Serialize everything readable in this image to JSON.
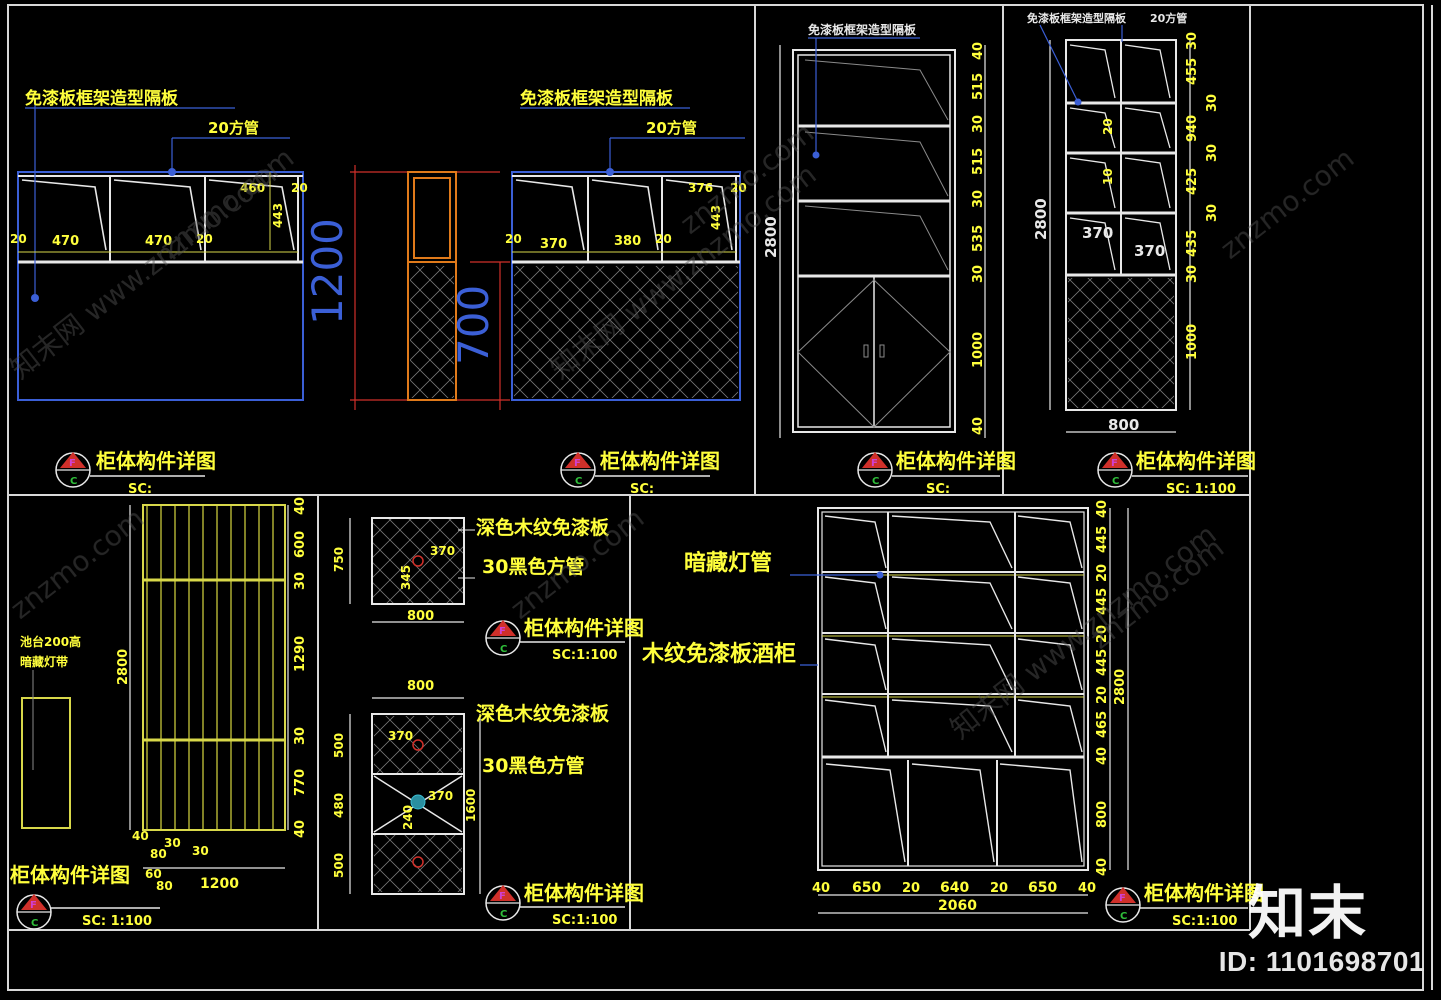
{
  "labels": {
    "mianqi_frame_partition": "免漆板框架造型隔板",
    "square_tube_20": "20方管",
    "detail_title": "柜体构件详图",
    "sc_blank": "SC:",
    "sc_scale": "SC: 1:100",
    "sc_scale_b": "SC:1:100",
    "dark_wood": "深色木纹免漆板",
    "black_tube_30": "30黑色方管",
    "hidden_light": "暗藏灯管",
    "wine_cabinet": "木纹免漆板酒柜",
    "led_strip_1": "池台200高",
    "led_strip_2": "暗藏灯带",
    "letter_f": "F",
    "letter_c": "C"
  },
  "dims": {
    "a_460": "460",
    "a_20": "20",
    "a_443": "443",
    "a_470a": "470",
    "a_470b": "470",
    "a_20b": "20",
    "a_20c": "20",
    "b_1200": "1200",
    "b_700": "700",
    "c_370": "370",
    "c_380": "380",
    "c_376": "376",
    "c_20": "20",
    "c_443": "443",
    "c_20b": "20",
    "c_20c": "20",
    "d_2800": "2800",
    "d_40": "40",
    "d_515a": "515",
    "d_30a": "30",
    "d_515b": "515",
    "d_30b": "30",
    "d_535": "535",
    "d_30c": "30",
    "d_1000": "1000",
    "d_40b": "40",
    "e_2800": "2800",
    "e_30": "30",
    "e_455": "455",
    "e_30b": "30",
    "e_940": "940",
    "e_30c": "30",
    "e_425": "425",
    "e_30d": "30",
    "e_435": "435",
    "e_30e": "30",
    "e_1000": "1000",
    "e_800": "800",
    "e_370a": "370",
    "e_370b": "370",
    "e_20": "20",
    "e_10": "10",
    "f_2800": "2800",
    "f_40": "40",
    "f_600": "600",
    "f_30": "30",
    "f_1290": "1290",
    "f_30b": "30",
    "f_770": "770",
    "f_40b": "40",
    "f_1200": "1200",
    "f_30c": "30",
    "f_30d": "30",
    "f_40c": "40",
    "f_80": "80",
    "f_60": "60",
    "f_80b": "80",
    "g_750": "750",
    "g_370": "370",
    "g_345": "345",
    "g_800": "800",
    "h_800": "800",
    "h_500": "500",
    "h_480": "480",
    "h_500b": "500",
    "h_1600": "1600",
    "h_370a": "370",
    "h_370b": "370",
    "h_240": "240",
    "i_40": "40",
    "i_445": "445",
    "i_20": "20",
    "i_445b": "445",
    "i_20b": "20",
    "i_445c": "445",
    "i_20c": "20",
    "i_465": "465",
    "i_40b": "40",
    "i_800": "800",
    "i_40c": "40",
    "i_2800": "2800",
    "j_40": "40",
    "j_650": "650",
    "j_20": "20",
    "j_640": "640",
    "j_20b": "20",
    "j_650b": "650",
    "j_40b": "40",
    "j_2060": "2060"
  },
  "watermark": {
    "site": "znzmo.com",
    "site_cn": "知末网 www.znzmo.com",
    "brand": "知末",
    "id": "ID: 1101698701"
  },
  "colors": {
    "background": "#000000",
    "line_white": "#e8e8e8",
    "text_yellow": "#ffff3c",
    "blue": "#3b5fd6",
    "red": "#d0302a",
    "orange": "#e07a1a",
    "green": "#2fbf3a",
    "magenta": "#d040d0"
  }
}
